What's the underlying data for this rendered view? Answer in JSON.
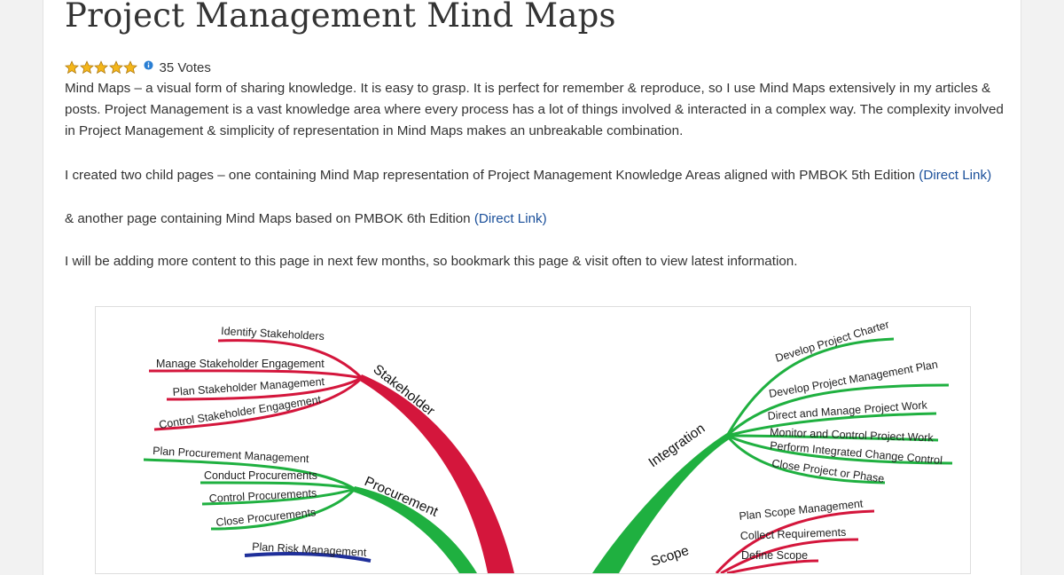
{
  "page": {
    "title": "Project Management Mind Maps",
    "votes_label": "35 Votes",
    "rating": {
      "value": 5,
      "max": 5
    }
  },
  "content": {
    "p1": "Mind Maps – a visual form of sharing knowledge. It is easy to grasp. It is perfect for remember & reproduce, so I use Mind Maps extensively in my articles & posts. Project Management is a vast knowledge area where every process has a lot of things involved & interacted in a complex way. The complexity involved in Project Management & simplicity of representation in Mind Maps makes an unbreakable combination.",
    "p2_text": "I created two child pages – one containing Mind Map representation of Project Management Knowledge Areas aligned with PMBOK 5th Edition ",
    "p2_link": "(Direct Link)",
    "p3_text": "& another page containing Mind Maps based on PMBOK 6th Edition ",
    "p3_link": "(Direct Link)",
    "p4": "I will be adding more content to this page in next few months, so bookmark this page & visit often to view latest information."
  },
  "mindmap": {
    "branches": {
      "stakeholder": "Stakeholder",
      "procurement": "Procurement",
      "integration": "Integration",
      "scope": "Scope"
    },
    "stakeholder_items": [
      "Identify Stakeholders",
      "Manage Stakeholder Engagement",
      "Plan Stakeholder Management",
      "Control Stakeholder Engagement"
    ],
    "procurement_items": [
      "Plan Procurement Management",
      "Conduct Procurements",
      "Control Procurements",
      "Close Procurements"
    ],
    "risk_items": [
      "Plan Risk Management"
    ],
    "integration_items": [
      "Develop Project Charter",
      "Develop Project Management Plan",
      "Direct and Manage Project Work",
      "Monitor and Control Project Work",
      "Perform Integrated Change Control",
      "Close Project or Phase"
    ],
    "scope_items": [
      "Plan Scope Management",
      "Collect Requirements",
      "Define Scope"
    ],
    "colors": {
      "stakeholder": "#d4163c",
      "procurement": "#1fb040",
      "integration": "#1fb040",
      "scope": "#d4163c",
      "risk": "#1f2f9a"
    }
  }
}
